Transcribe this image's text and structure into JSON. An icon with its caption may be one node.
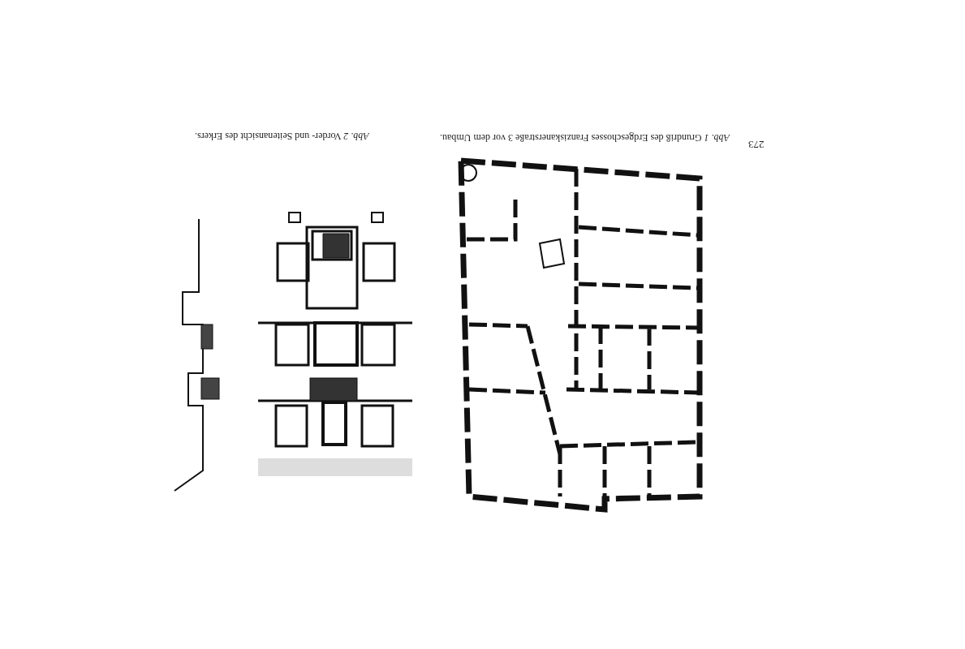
{
  "diagram": {
    "labels": [
      "273",
      "*Abb. 1* Grundriß des Erdgeschosses Franziskanerstraße 3 vor dem Umbau.",
      "*Abb. 2* Vorder- und Seitenansicht des Erkers."
    ]
  }
}
